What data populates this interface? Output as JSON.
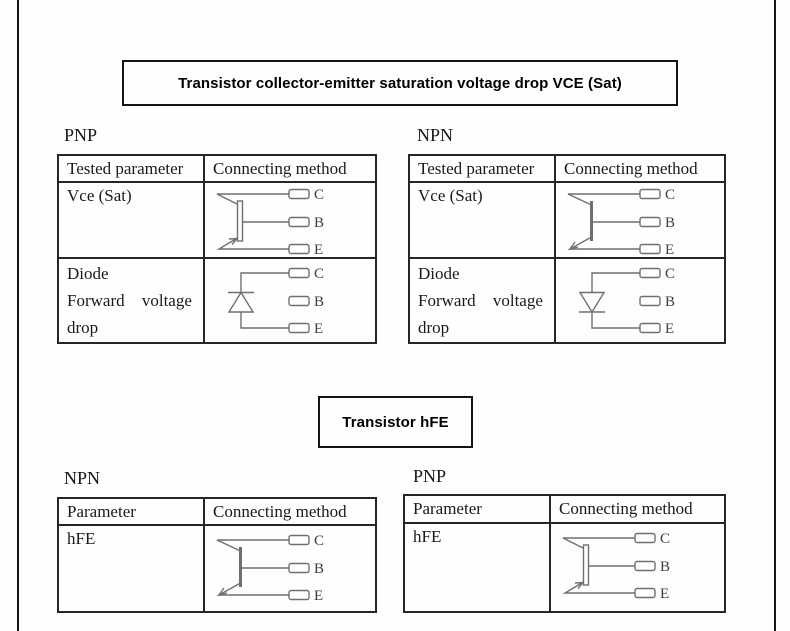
{
  "sections": [
    {
      "title": "Transistor collector-emitter saturation voltage drop VCE (Sat)",
      "tables": [
        {
          "type_label": "PNP",
          "headers": [
            "Tested parameter",
            "Connecting method"
          ],
          "rows": [
            {
              "parameter": "Vce (Sat)",
              "diagram": "pnp-transistor"
            },
            {
              "parameter_lines": [
                "Diode",
                "Forward voltage",
                "drop"
              ],
              "diagram": "diode-cathode-to-C"
            }
          ]
        },
        {
          "type_label": "NPN",
          "headers": [
            "Tested parameter",
            "Connecting method"
          ],
          "rows": [
            {
              "parameter": "Vce (Sat)",
              "diagram": "npn-transistor"
            },
            {
              "parameter_lines": [
                "Diode",
                "Forward voltage",
                "drop"
              ],
              "diagram": "diode-cathode-to-E"
            }
          ]
        }
      ]
    },
    {
      "title": "Transistor hFE",
      "tables": [
        {
          "type_label": "NPN",
          "headers": [
            "Parameter",
            "Connecting method"
          ],
          "rows": [
            {
              "parameter": "hFE",
              "diagram": "npn-transistor"
            }
          ]
        },
        {
          "type_label": "PNP",
          "headers": [
            "Parameter",
            "Connecting method"
          ],
          "rows": [
            {
              "parameter": "hFE",
              "diagram": "pnp-transistor"
            }
          ]
        }
      ]
    }
  ],
  "terminals": [
    "C",
    "B",
    "E"
  ],
  "colors": {
    "diagram_line": "#6f6f6f",
    "table_border": "#262626",
    "page_border": "#141414",
    "text": "#1a1a1a"
  }
}
